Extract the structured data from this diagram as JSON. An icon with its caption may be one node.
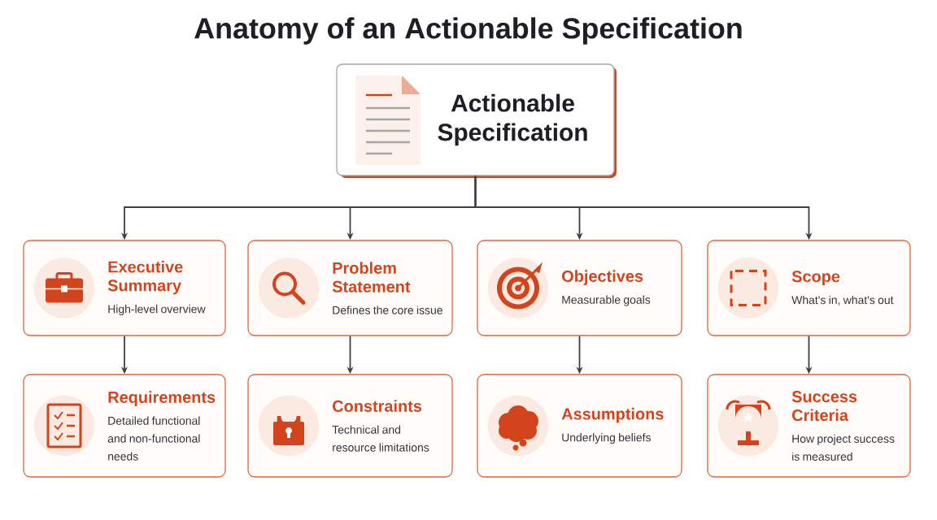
{
  "diagram": {
    "title": "Anatomy of an Actionable Specification",
    "nodes": [
      {
        "text": [
          "Actionable Specification"
        ]
      },
      {
        "text": [
          "Executive Summary",
          "High-level overview"
        ]
      },
      {
        "text": [
          "Problem Statement",
          "Defines the core issue"
        ]
      },
      {
        "text": [
          "Objectives",
          "Measurable goals"
        ]
      },
      {
        "text": [
          "Scope",
          "What's in, what's out"
        ]
      },
      {
        "text": [
          "Requirements",
          "Detailed functional and non-functional needs"
        ]
      },
      {
        "text": [
          "Constraints",
          "Technical and resource limitations"
        ]
      },
      {
        "text": [
          "Assumptions",
          "Underlying beliefs"
        ]
      },
      {
        "text": [
          "Success Criteria",
          "How project success is measured"
        ]
      }
    ],
    "edges": [
      {
        "from": 0,
        "to": 1,
        "arrow": "to"
      },
      {
        "from": 0,
        "to": 2,
        "arrow": "to"
      },
      {
        "from": 0,
        "to": 3,
        "arrow": "to"
      },
      {
        "from": 0,
        "to": 4,
        "arrow": "to"
      },
      {
        "from": 1,
        "to": 5,
        "arrow": "to"
      },
      {
        "from": 2,
        "to": 6,
        "arrow": "to"
      },
      {
        "from": 3,
        "to": 7,
        "arrow": "to"
      },
      {
        "from": 4,
        "to": 8,
        "arrow": "to"
      }
    ]
  }
}
